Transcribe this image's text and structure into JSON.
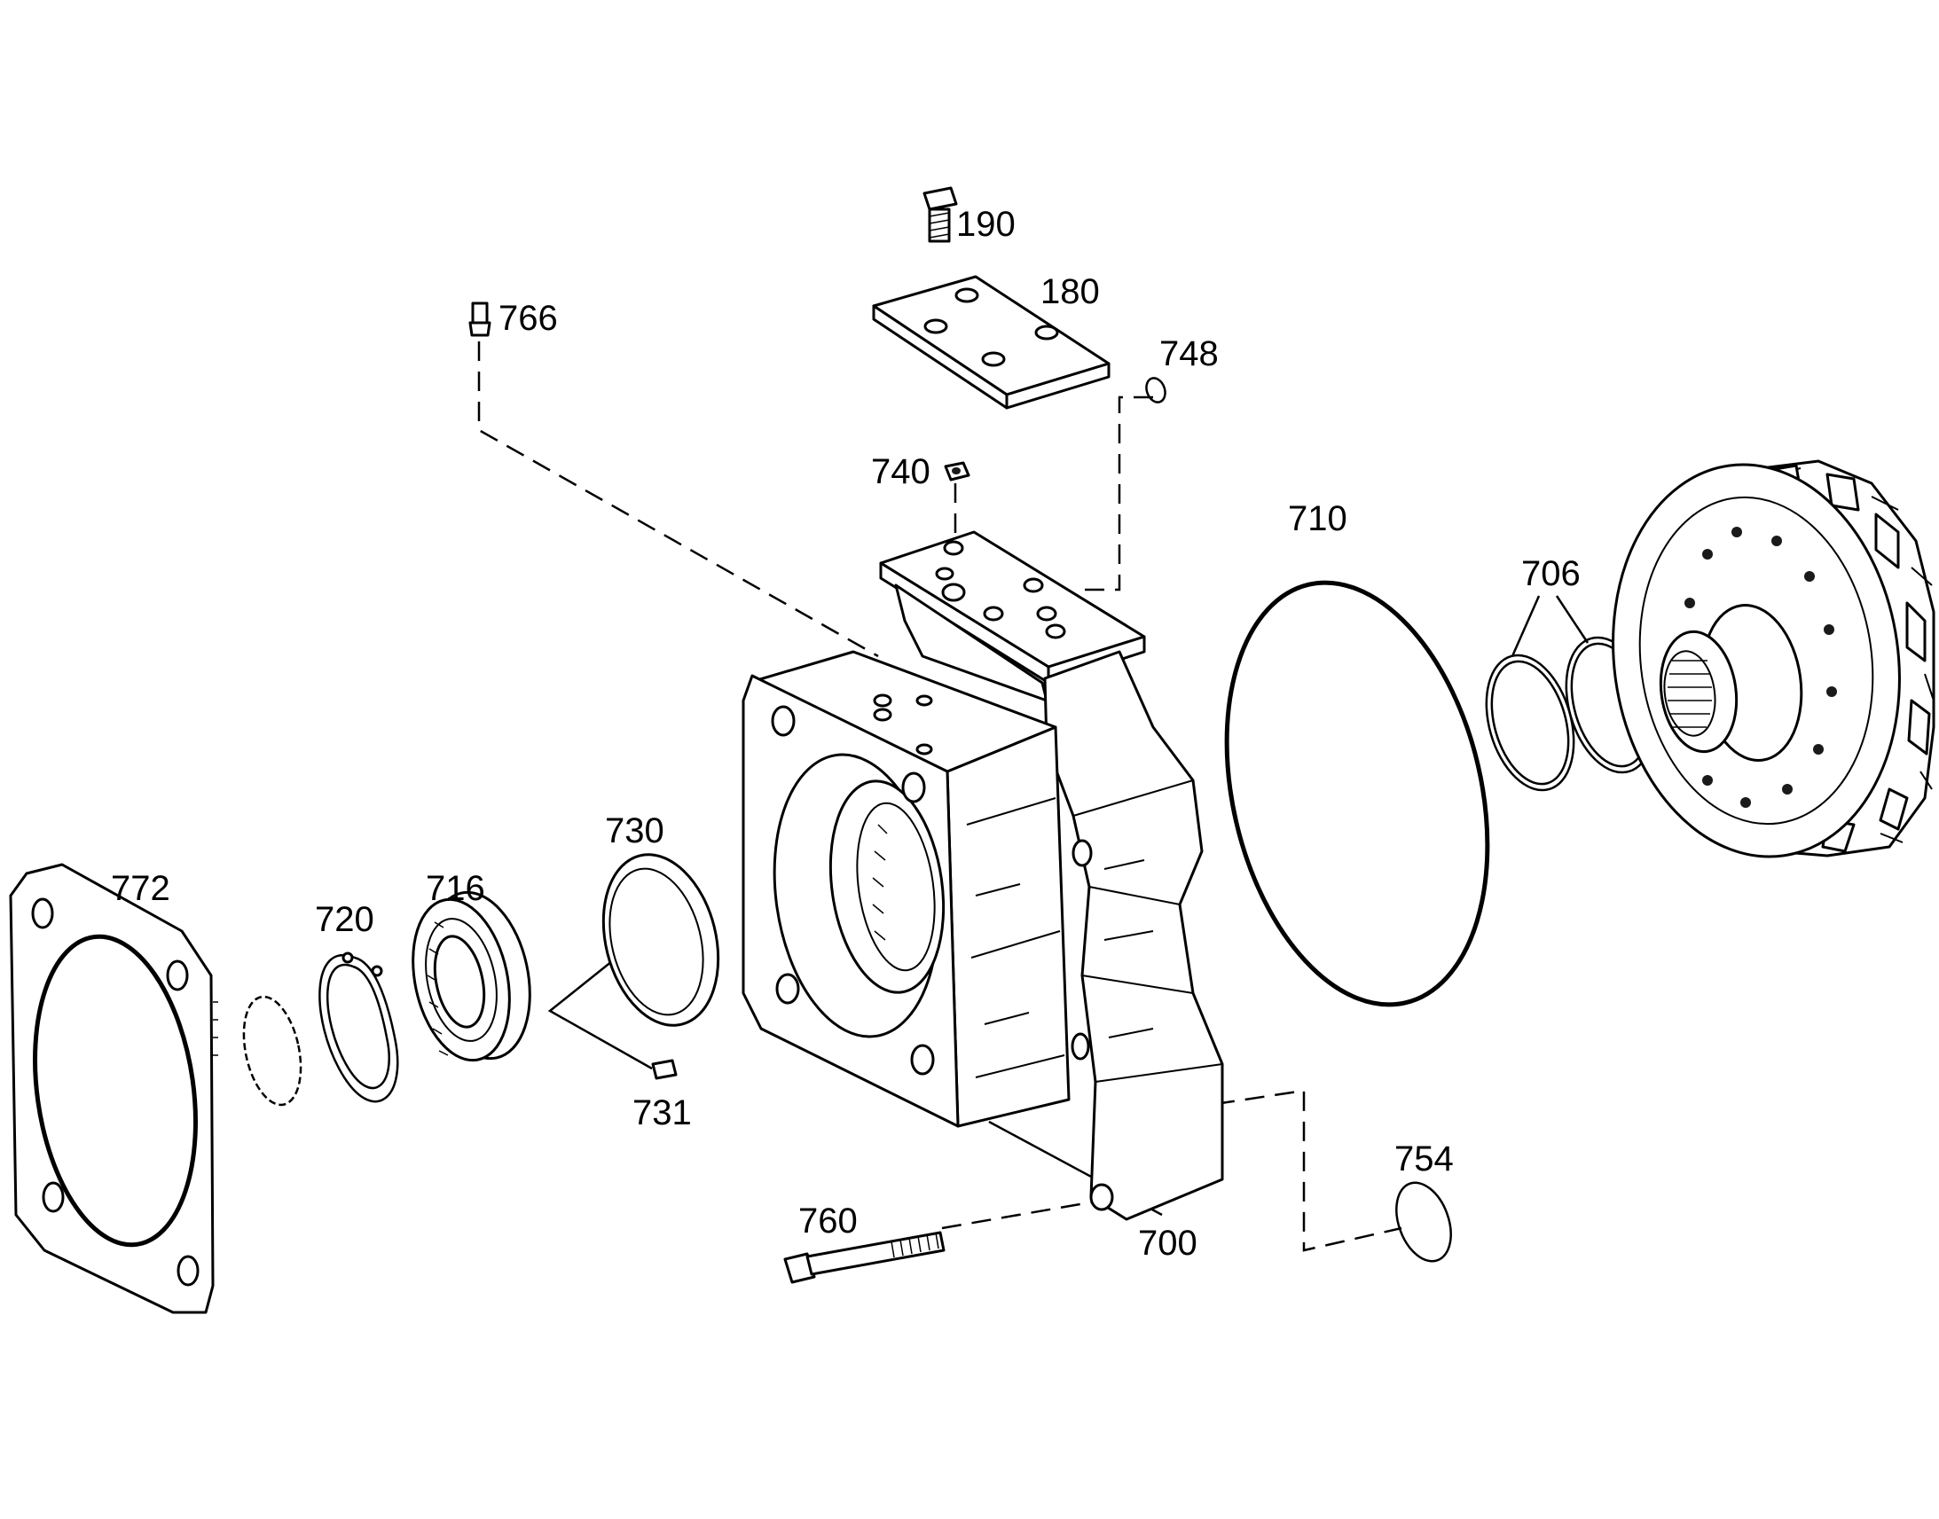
{
  "diagram": {
    "part_labels": {
      "p190": "190",
      "p180": "180",
      "p766": "766",
      "p748": "748",
      "p740": "740",
      "p710": "710",
      "p706": "706",
      "p730": "730",
      "p772": "772",
      "p720": "720",
      "p716": "716",
      "p731": "731",
      "p754": "754",
      "p760": "760",
      "p700": "700"
    }
  }
}
